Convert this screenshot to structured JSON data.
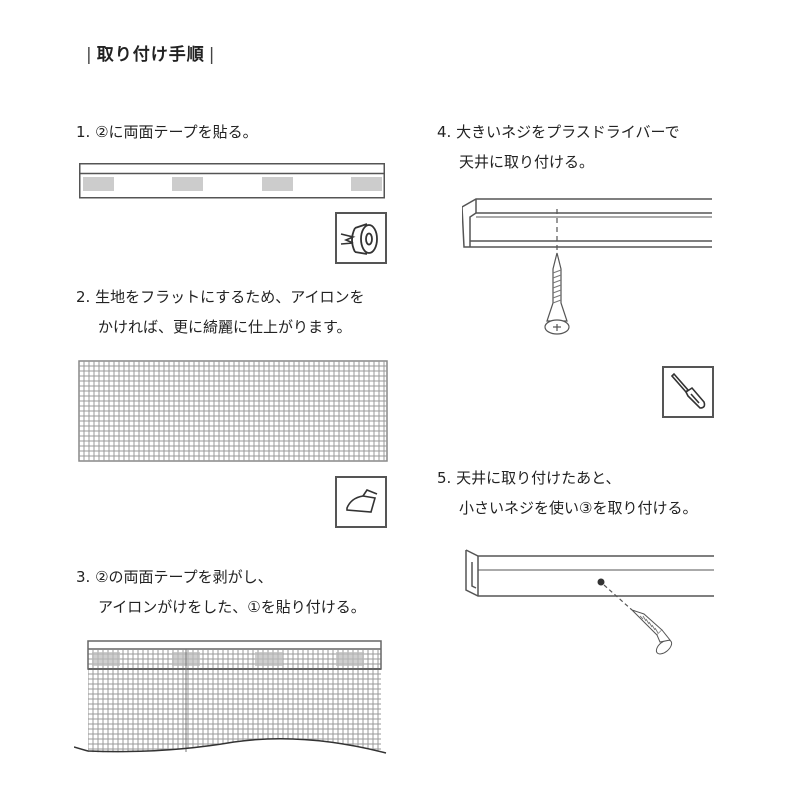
{
  "title": {
    "left_bar": "|",
    "text": "取り付け手順",
    "right_bar": "|"
  },
  "steps": [
    {
      "number": "1.",
      "lines": [
        "②に両面テープを貼る。"
      ],
      "icon": "double-sided-tape-icon"
    },
    {
      "number": "2.",
      "lines": [
        "生地をフラットにするため、アイロンを",
        "かければ、更に綺麗に仕上がります。"
      ],
      "icon": "iron-icon"
    },
    {
      "number": "3.",
      "lines": [
        "②の両面テープを剥がし、",
        "アイロンがけをした、①を貼り付ける。"
      ]
    },
    {
      "number": "4.",
      "lines": [
        "大きいネジをプラスドライバーで",
        "天井に取り付ける。"
      ],
      "icon": "screwdriver-icon"
    },
    {
      "number": "5.",
      "lines": [
        "天井に取り付けたあと、",
        "小さいネジを使い③を取り付ける。"
      ]
    }
  ],
  "colors": {
    "text": "#222222",
    "line": "#555555",
    "tape": "#cccccc",
    "grid": "#999999"
  }
}
